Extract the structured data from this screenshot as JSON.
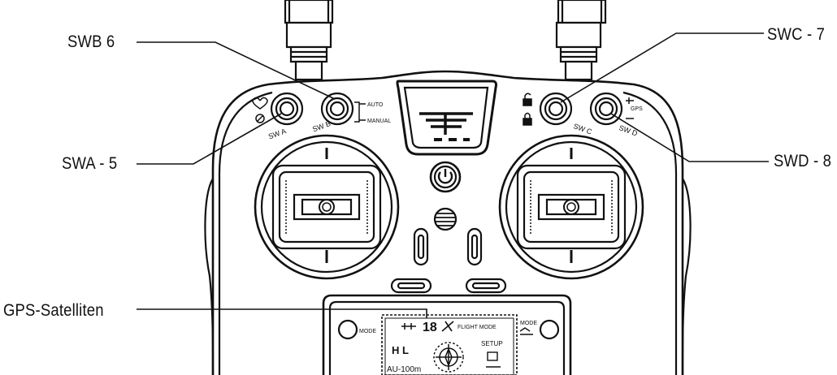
{
  "callouts": {
    "swb": "SWB 6",
    "swa": "SWA - 5",
    "gps": "GPS-Satelliten",
    "swc": "SWC - 7",
    "swd": "SWD - 8"
  },
  "switch_marks": {
    "swa": "SW A",
    "swb": "SW B",
    "swc": "SW C",
    "swd": "SW D",
    "auto": "AUTO",
    "manual": "MANUAL",
    "gps": "GPS"
  },
  "screen": {
    "gps_count": "18",
    "hl": "H   L",
    "flight_mode": "FLIGHT MODE",
    "mode_left": "MODE",
    "mode_right": "MODE",
    "bottom_left": "AU-100m",
    "bottom_right": "SETUP"
  },
  "colors": {
    "line": "#111111",
    "background": "#ffffff"
  }
}
